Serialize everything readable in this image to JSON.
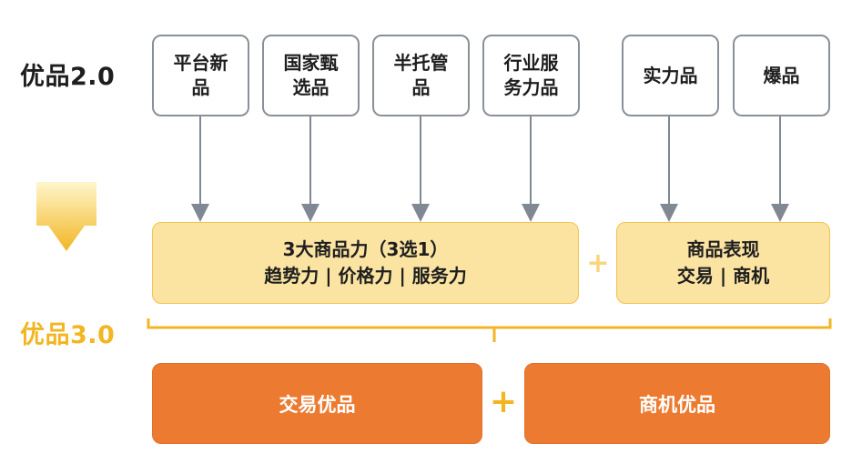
{
  "colors": {
    "v2_label": "#1e1e1e",
    "v3_label": "#f2b623",
    "box_border": "#8a9098",
    "arrow": "#808894",
    "mid_fill": "#fbe3a2",
    "mid_border": "#f3c34e",
    "bottom_fill": "#ec7b31",
    "plus_mid": "#f8d67c",
    "plus_bottom": "#f2b623"
  },
  "labels": {
    "v2": "优品2.0",
    "v3": "优品3.0"
  },
  "top_boxes": [
    {
      "line1": "平台新",
      "line2": "品"
    },
    {
      "line1": "国家甄",
      "line2": "选品"
    },
    {
      "line1": "半托管",
      "line2": "品"
    },
    {
      "line1": "行业服",
      "line2": "务力品"
    },
    {
      "line1": "实力品",
      "line2": ""
    },
    {
      "line1": "爆品",
      "line2": ""
    }
  ],
  "mid_boxes": [
    {
      "line1": "3大商品力（3选1）",
      "line2": "趋势力 | 价格力 | 服务力"
    },
    {
      "line1": "商品表现",
      "line2": "交易 | 商机"
    }
  ],
  "bottom_boxes": [
    {
      "label": "交易优品"
    },
    {
      "label": "商机优品"
    }
  ],
  "plus_sign": "+",
  "icons": {
    "transition_arrow": "gradient-down-arrow-icon"
  }
}
